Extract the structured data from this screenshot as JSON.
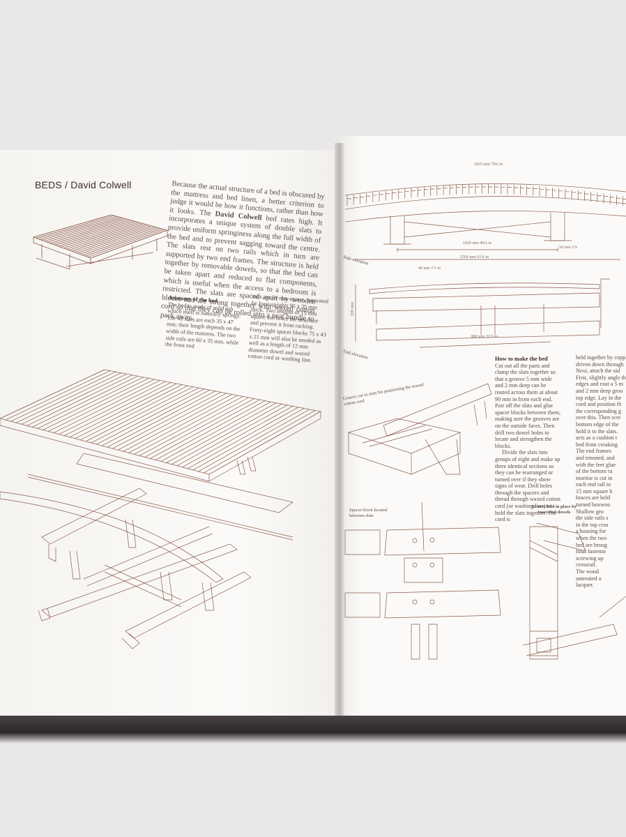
{
  "left_page": {
    "title": "BEDS / David Colwell",
    "intro": {
      "before_bold": "Because the actual structure of a bed is obscured by the mattress and bed linen, a better criterion to judge it would be how it functions, rather than how it looks. The ",
      "bold": "David Colwell",
      "after_bold": " bed rates high. It incorporates a unique system of double slats to provide uniform springiness along the full width of the bed and to prevent sagging toward the centre. The slats rest on two rails which in turn are supported by two end frames. The structure is held together by removable dowels, so that the bed can be taken apart and reduced to flat components, which is useful when the access to a bedroom is restricted. The slats are spaced apart by wooden blocks and are strung together with waxed cotton cord so that they can be rolled into a neat bundle to pack away."
    },
    "anatomy": {
      "heading": "Anatomy of the bed",
      "col1": "The bed is made of solid ash which itself is naturally springy. The 48 slats are each 35 x 47 mm; their length depends on the width of the mattress. The two side rails are 60 x 35 mm, while the front end",
      "col2": "rails are 50 mm square, separated by four uprights 95 x 35 mm thick. Two lengths of 15 mm square ash brace the structure and prevent it from racking. Forty-eight spacer blocks 75 x 43 x 21 mm will also be needed as well as a length of 12 mm diameter dowel and waxed cotton cord or washing line."
    }
  },
  "right_page": {
    "dimensions": {
      "top": "2025 mm 79¾ in",
      "mid": "1020 mm 40⅛ in",
      "small": "50 mm 1⅞",
      "total": "2560 mm 61⅛ in",
      "end_width": "800 mm 31½ in",
      "end_height": "300 mm",
      "slat": "40 mm 1½ in"
    },
    "labels": {
      "side_elevation": "Side elevation",
      "end_elevation": "End elevation",
      "groove": "Groove cut in slats for positioning the waxed cotton cord",
      "spacer": "Spacer block located between slats",
      "braces": "Braces held in place by rosewood dowels"
    },
    "how_to": {
      "heading": "How to make the bed",
      "p1": "Cut out all the parts and clamp the slats together so that a groove 5 mm wide and 2 mm deep can be routed across them at about 90 mm in from each end. Pair off the slats and glue spacer blocks between them, making sure the grooves are on the outside faces. Then drill two dowel holes to locate and strengthen the blocks.",
      "p2": "Divide the slats into groups of eight and make up three identical sections so they can be rearranged or turned over if they show signs of wear. Drill holes through the spacers and thread through waxed cotton cord (or washing line) to hold the slats together. The cord is",
      "col2": [
        "held together by copp",
        "driven down through",
        "Next, attach the sid",
        "First, slightly angle th",
        "edges and rout a 5 m",
        "and 2 mm deep groo",
        "top edge. Lay in the",
        "cord and position th",
        "the corresponding g",
        "over this. Then scre",
        "bottom edge of the",
        "hold it to the slats.",
        "acts as a cushion t",
        "bed from creaking",
        "The end frames",
        "and tenoned, and",
        "with the feet glue",
        "of the bottom ra",
        "mortise is cut in",
        "each end rail to",
        "15 mm square b",
        "braces are held",
        "turned boxwoo",
        "Shallow gro",
        "the side rails s",
        "in the top cros",
        "a housing for",
        "when the two",
        "bed are broug",
        "final fastenin",
        "screwing up",
        "crossrail.",
        "The wood",
        "untreated o",
        "lacquer."
      ]
    }
  },
  "colors": {
    "ink": "#8b5a4a",
    "text": "#4a3a36",
    "paper": "#fbfaf8",
    "background": "#e9e7e9"
  }
}
